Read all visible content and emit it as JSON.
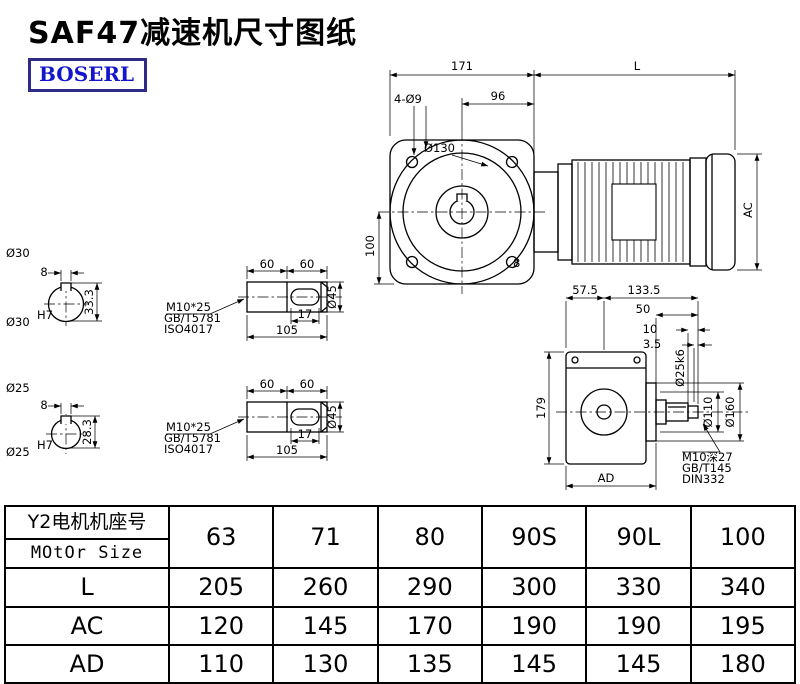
{
  "header": {
    "title": "SAF47减速机尺寸图纸",
    "brand": "BOSERL",
    "brand_color": "#1414cc",
    "line_color": "#000000"
  },
  "front_view": {
    "dim_gear_width": "171",
    "dim_motor_length": "L",
    "dim_bolt_holes": "4-Ø9",
    "dim_96": "96",
    "dim_flange_dia": "Ø130",
    "dim_center_height": "100",
    "dim_motor_height": "AC",
    "dim_8": "8"
  },
  "shaft_ends": [
    {
      "dia": "Ø30",
      "fit_dia": "Ø30",
      "fit": "H7",
      "key_width": "8",
      "key_depth": "33.3"
    },
    {
      "dia": "Ø25",
      "fit_dia": "Ø25",
      "fit": "H7",
      "key_width": "8",
      "key_depth": "28.3"
    }
  ],
  "shaft_details": [
    {
      "seg_a": "60",
      "seg_b": "60",
      "key_len": "17",
      "length": "105",
      "dia": "Ø45",
      "thread": "M10*25",
      "std_1": "GB/T5781",
      "std_2": "ISO4017"
    },
    {
      "seg_a": "60",
      "seg_b": "60",
      "key_len": "17",
      "length": "105",
      "dia": "Ø45",
      "thread": "M10*25",
      "std_1": "GB/T5781",
      "std_2": "ISO4017"
    }
  ],
  "side_view": {
    "dim_57_5": "57.5",
    "dim_133_5": "133.5",
    "dim_50": "50",
    "dim_10": "10",
    "dim_3_5": "3.5",
    "dim_shaft_dia": "Ø25k6",
    "dim_height": "179",
    "dim_d110": "Ø110",
    "dim_d160": "Ø160",
    "dim_ad": "AD",
    "thread": "M10深27",
    "std_1": "GB/T145",
    "std_2": "DIN332"
  },
  "table": {
    "header_cn": "Y2电机机座号",
    "header_en": "MOtOr Size",
    "motor_sizes": [
      "63",
      "71",
      "80",
      "90S",
      "90L",
      "100"
    ],
    "rows": [
      {
        "label": "L",
        "values": [
          "205",
          "260",
          "290",
          "300",
          "330",
          "340"
        ]
      },
      {
        "label": "AC",
        "values": [
          "120",
          "145",
          "170",
          "190",
          "190",
          "195"
        ]
      },
      {
        "label": "AD",
        "values": [
          "110",
          "130",
          "135",
          "145",
          "145",
          "180"
        ]
      }
    ]
  }
}
